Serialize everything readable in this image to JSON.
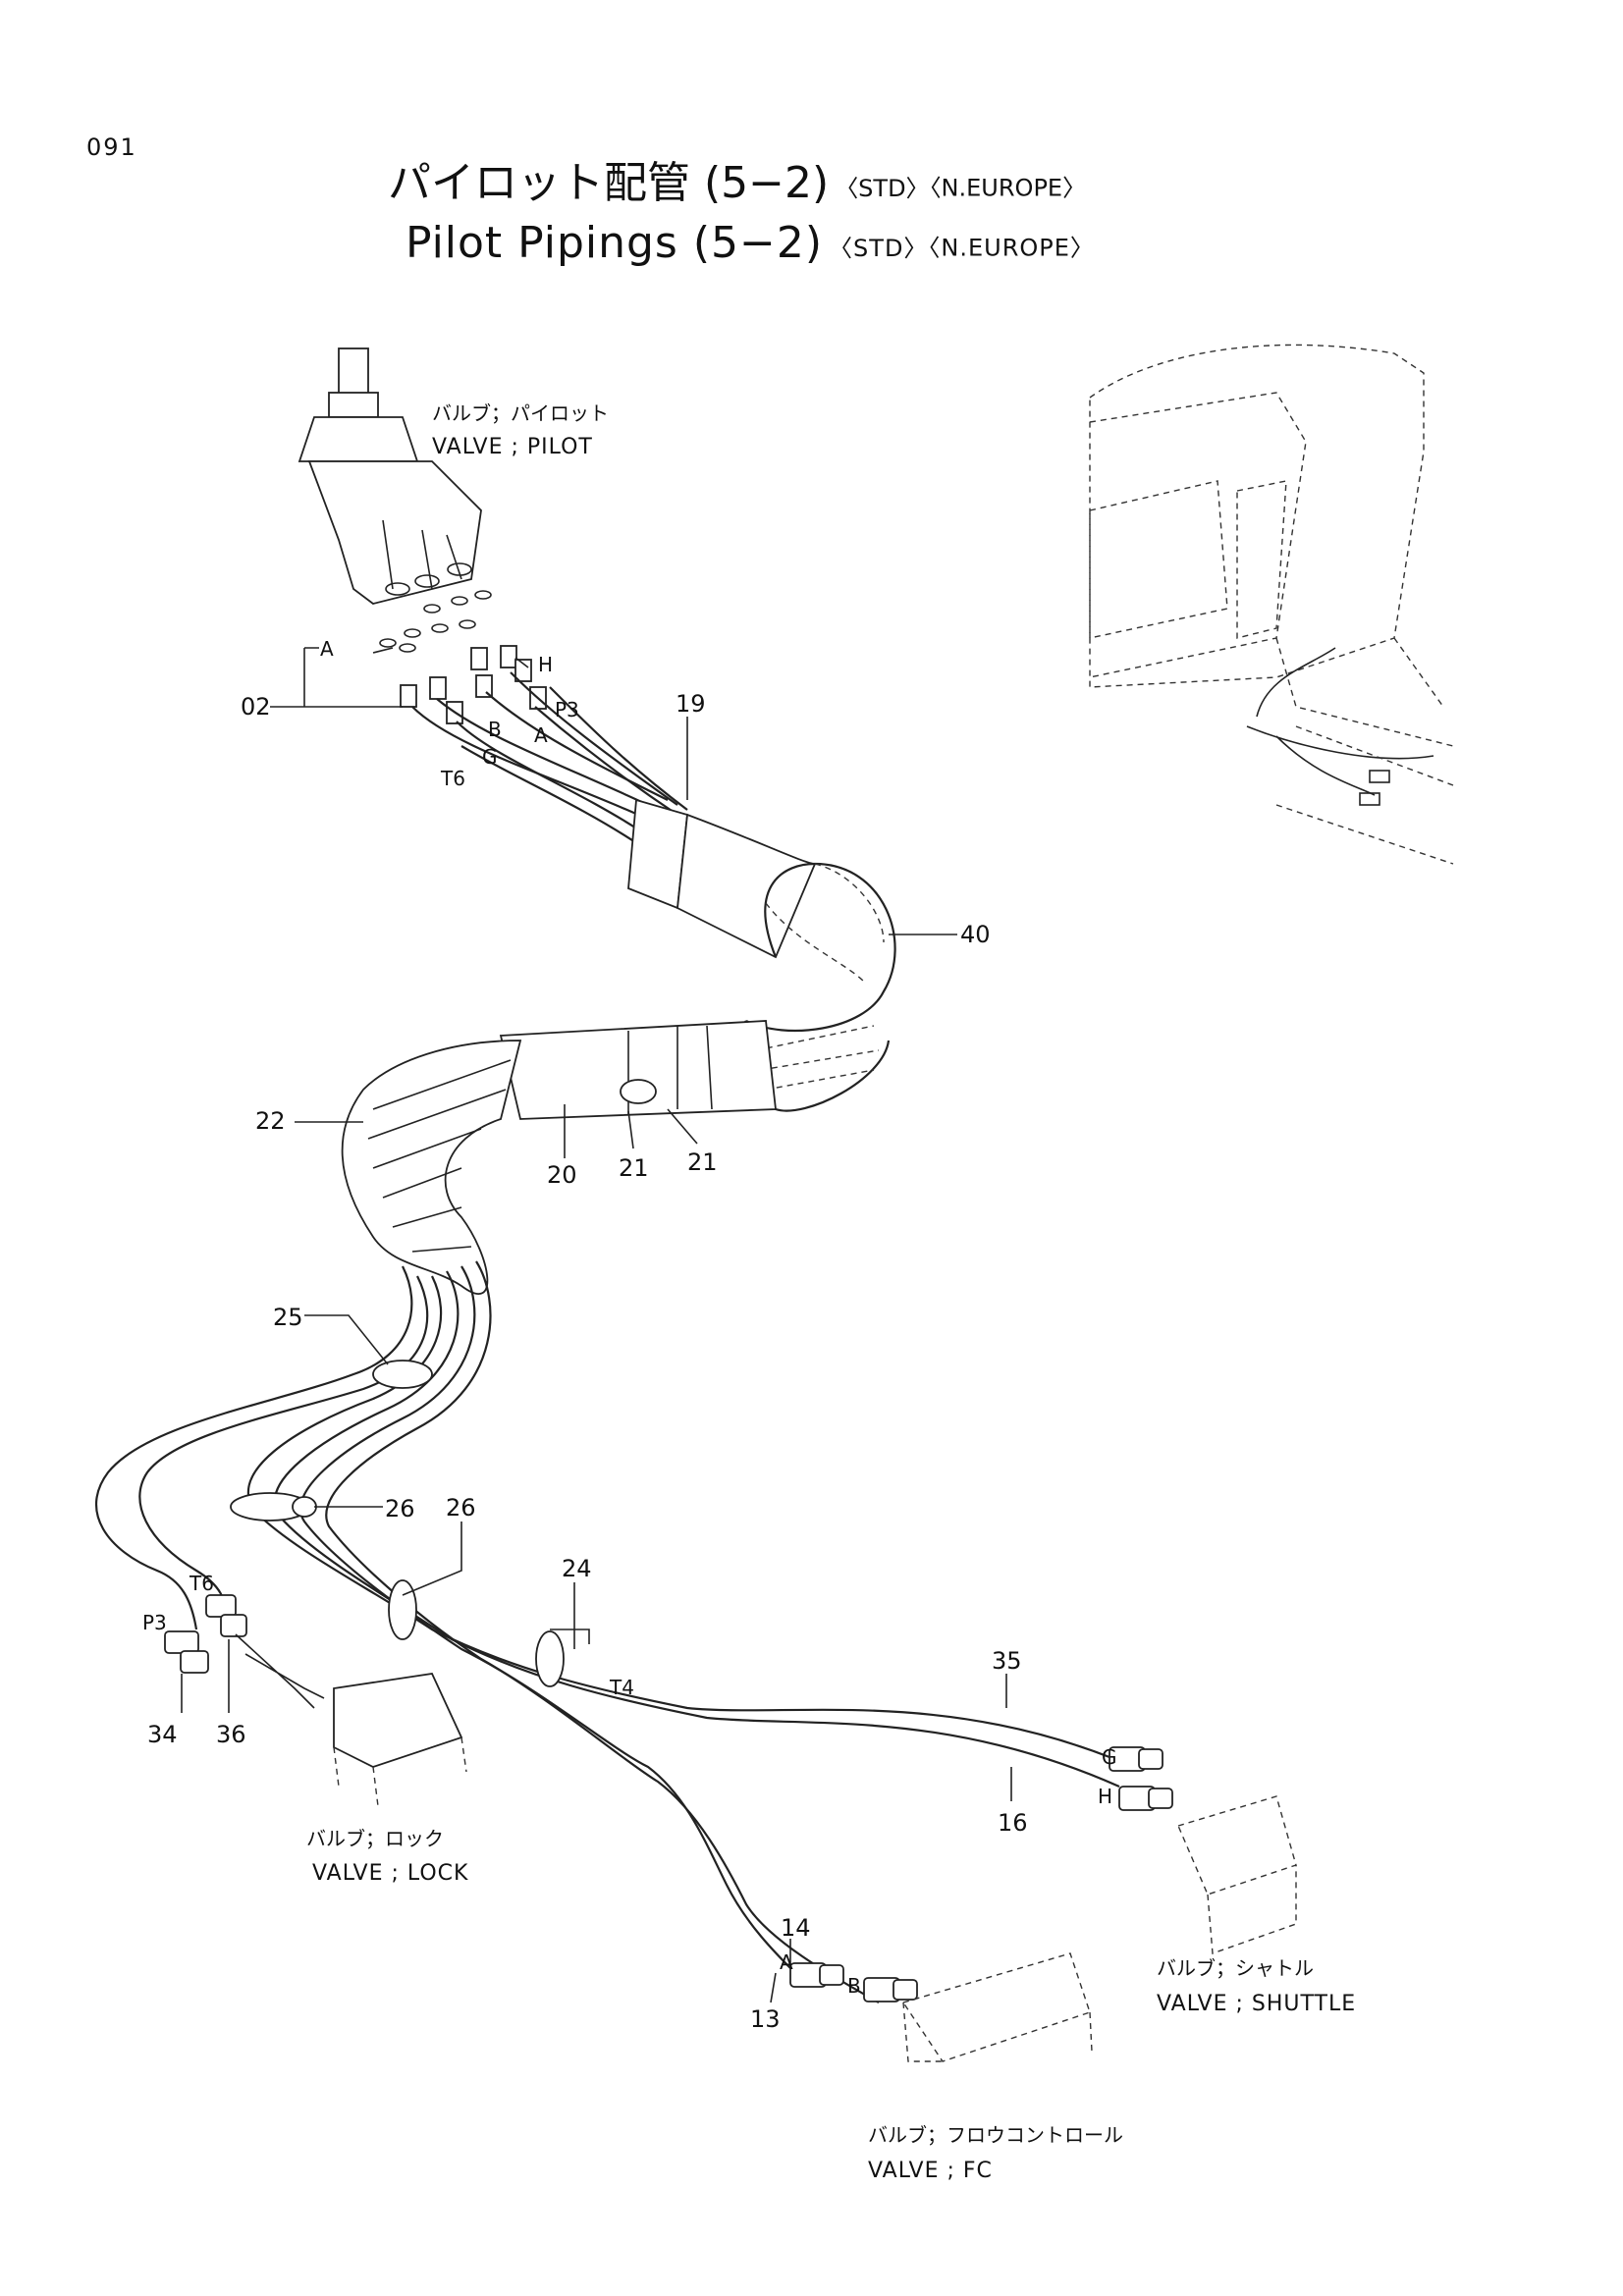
{
  "page_number": "091",
  "title": {
    "jp": "パイロット配管 (5−2)",
    "en": "Pilot Pipings (5−2)",
    "tag_std": "〈STD〉",
    "tag_region": "〈N.EUROPE〉"
  },
  "component_labels": {
    "pilot_jp": "バルブ；パイロット",
    "pilot_en": "VALVE ; PILOT",
    "lock_jp": "バルブ；ロック",
    "lock_en": "VALVE ; LOCK",
    "shuttle_jp": "バルブ；シャトル",
    "shuttle_en": "VALVE ; SHUTTLE",
    "fc_jp": "バルブ；フロウコントロール",
    "fc_en": "VALVE ; FC"
  },
  "port_labels": {
    "A_top": "A",
    "H_top": "H",
    "P3_top": "P3",
    "B_top": "B",
    "A_mid": "A",
    "G_top": "G",
    "T6_top": "T6",
    "T6_bottom": "T6",
    "P3_bottom": "P3",
    "T4": "T4",
    "G_bottom": "G",
    "H_bottom": "H",
    "A_bottom": "A",
    "B_bottom": "B"
  },
  "part_numbers": {
    "p02": "02",
    "p19": "19",
    "p40": "40",
    "p22": "22",
    "p20": "20",
    "p21a": "21",
    "p21b": "21",
    "p25": "25",
    "p26a": "26",
    "p26b": "26",
    "p24": "24",
    "p35": "35",
    "p16": "16",
    "p34": "34",
    "p36": "36",
    "p14": "14",
    "p13": "13"
  }
}
